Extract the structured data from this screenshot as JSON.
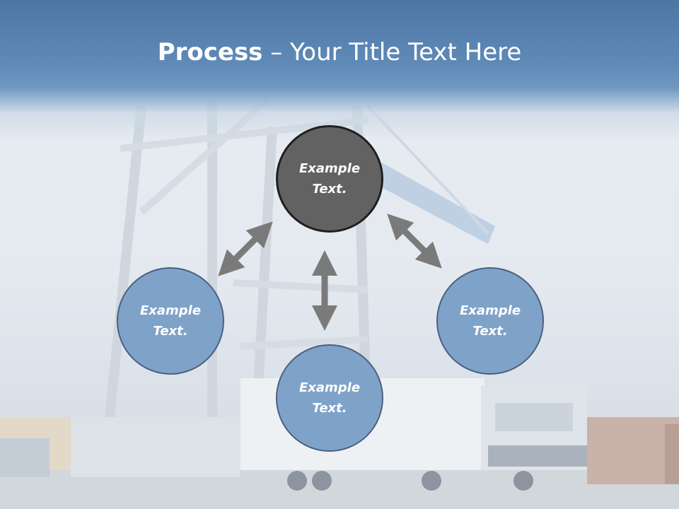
{
  "slide": {
    "title_bold": "Process",
    "title_rest": " – Your Title Text Here"
  },
  "nodes": {
    "top": "Example Text.",
    "left": "Example Text.",
    "right": "Example Text.",
    "bottom": "Example Text."
  },
  "colors": {
    "header": "#5f8ab7",
    "node_blue": "#7fa2c9",
    "node_dark": "#626262",
    "arrow": "#7a7a7a"
  },
  "icons": {
    "arrows": "double-headed-arrow"
  }
}
